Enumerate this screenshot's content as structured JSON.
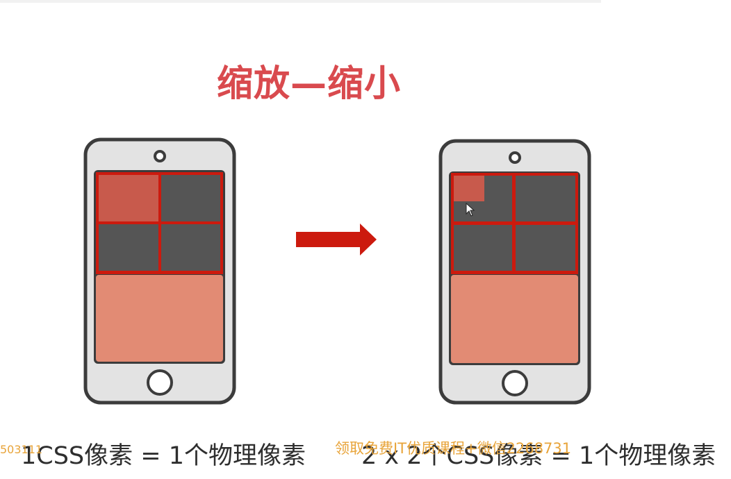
{
  "slide": {
    "title": "缩放—缩小",
    "caption_left": "1CSS像素 = 1个物理像素",
    "caption_right": "2 x 2个CSS像素 = 1个物理像素",
    "watermark_left": "503111",
    "watermark_right": "领取免费IT优质课程+微信2268731"
  },
  "colors": {
    "title": "#d94a4e",
    "phone_body": "#e3e3e3",
    "phone_outline": "#3c3c3c",
    "screen_frame": "#cc1a0e",
    "grid_cell": "#555555",
    "highlight_cell": "#c85a4c",
    "screen_lower": "#e28b74",
    "arrow": "#cc1a0e"
  },
  "icons": {
    "arrow": "right-arrow-icon",
    "cursor": "mouse-cursor-icon"
  }
}
